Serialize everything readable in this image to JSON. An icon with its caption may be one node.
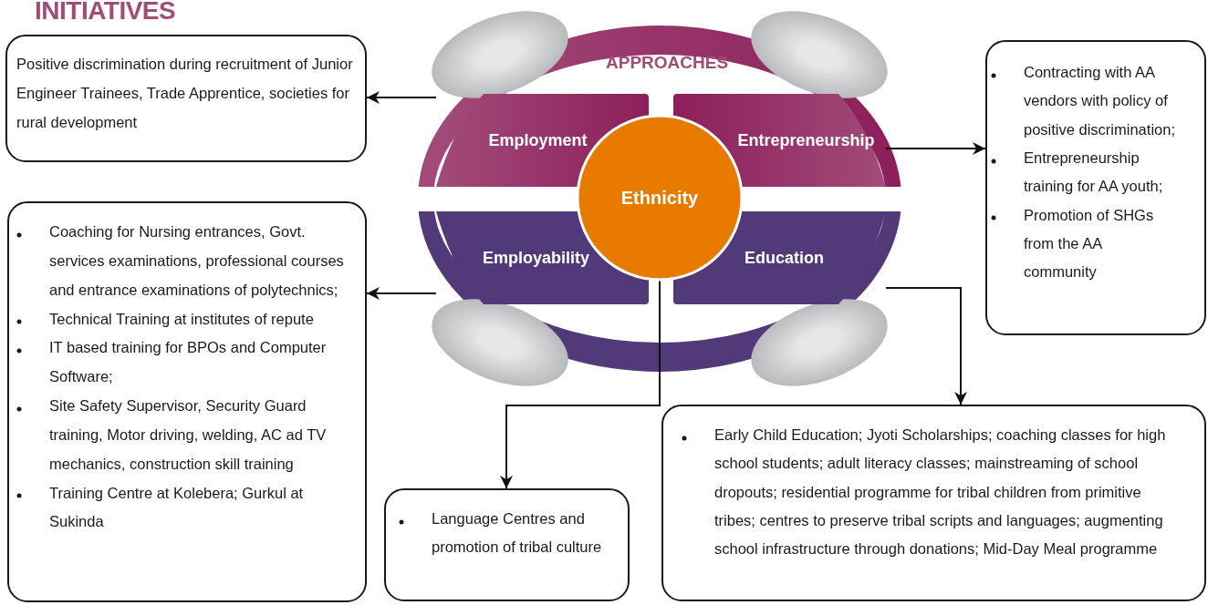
{
  "diagram": {
    "title": "INITIATIVES",
    "nodes": [
      {
        "text": [
          "Employment"
        ]
      },
      {
        "text": [
          "Entrepreneurship"
        ]
      },
      {
        "text": [
          "Ethnicity"
        ]
      },
      {
        "text": [
          "Employability"
        ]
      },
      {
        "text": [
          "Education"
        ]
      },
      {
        "text": [
          "Positive discrimination during recruitment of Junior Engineer Trainees, Trade Apprentice, societies for rural development"
        ]
      },
      {
        "text": [
          "Contracting with AA vendors with policy of positive discrimination;",
          "Entrepreneurship training for AA youth;",
          "Promotion of SHGs from the AA community"
        ]
      },
      {
        "text": [
          "Coaching for Nursing entrances, Govt. services examinations, professional courses and entrance examinations of polytechnics;",
          "Technical Training at institutes of repute",
          "IT based training for BPOs and Computer Software;",
          "Site Safety Supervisor, Security Guard training, Motor driving, welding, AC ad TV mechanics, construction skill training",
          "Training Centre at Kolebera; Gurkul at Sukinda"
        ]
      },
      {
        "text": [
          "Language Centres and promotion of tribal culture"
        ]
      },
      {
        "text": [
          "Early Child Education; Jyoti Scholarships; coaching classes for high school students; adult literacy classes; mainstreaming of school dropouts; residential programme for tribal children from primitive tribes; centres to preserve tribal scripts and languages; augmenting school infrastructure through donations; Mid-Day Meal programme"
        ]
      }
    ],
    "edges": [
      {
        "from": 0,
        "to": 5,
        "arrow": "to"
      },
      {
        "from": 1,
        "to": 6,
        "arrow": "to"
      },
      {
        "from": 3,
        "to": 7,
        "arrow": "to"
      },
      {
        "from": 2,
        "to": 8,
        "arrow": "to"
      },
      {
        "from": 4,
        "to": 9,
        "arrow": "to"
      }
    ],
    "labels": [
      "APPROACHES"
    ]
  }
}
